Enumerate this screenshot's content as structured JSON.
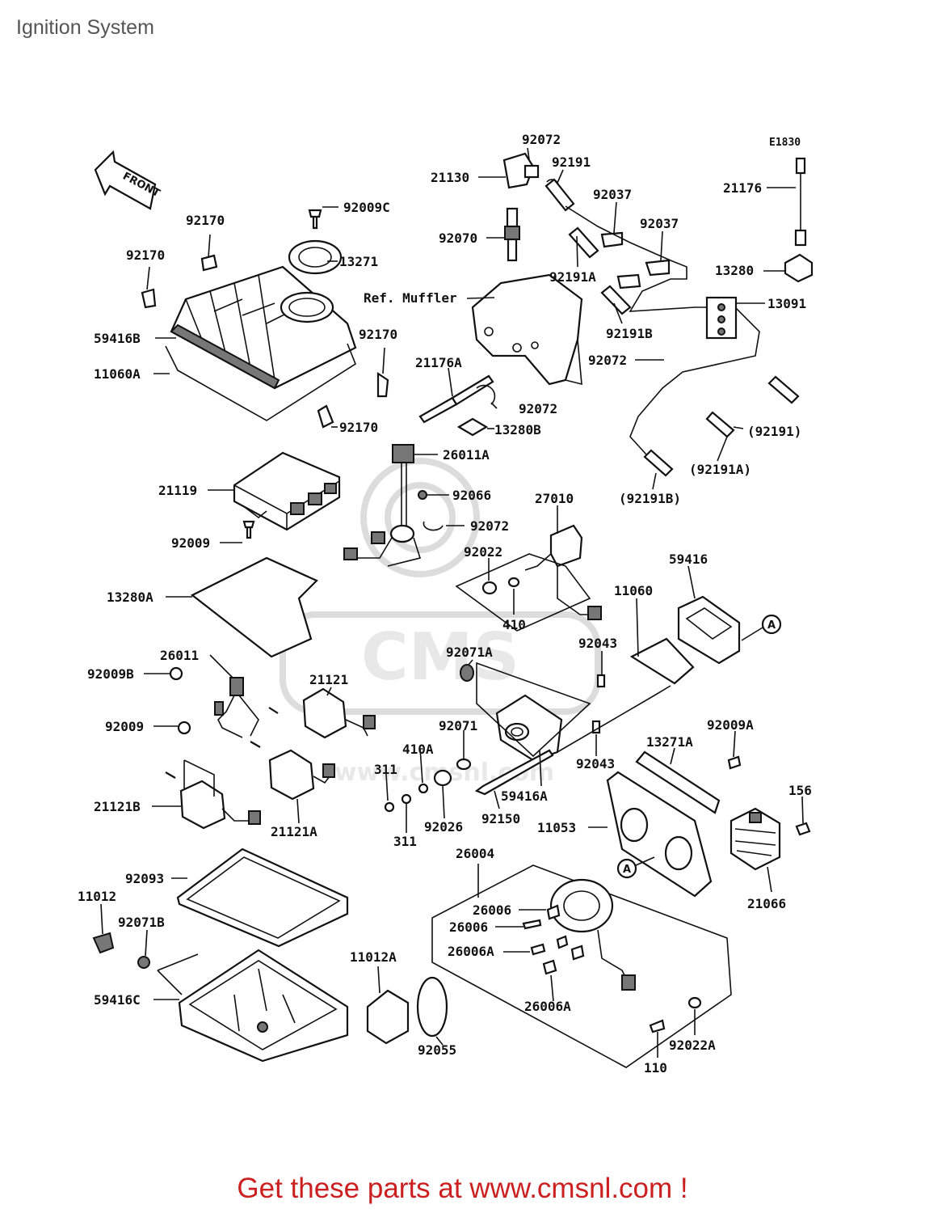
{
  "page": {
    "title": "Ignition System",
    "cta": "Get these parts at www.cmsnl.com !"
  },
  "diagram": {
    "code": "E1830",
    "front_label": "FRONT",
    "ref_label": "Ref. Muffler",
    "callout_mark": "A",
    "watermark": "CMS www.cmsnl.com",
    "labels": [
      {
        "id": "l1",
        "text": "92072"
      },
      {
        "id": "l2",
        "text": "92191"
      },
      {
        "id": "l3",
        "text": "21130"
      },
      {
        "id": "l4",
        "text": "92037"
      },
      {
        "id": "l5",
        "text": "92037"
      },
      {
        "id": "l6",
        "text": "92070"
      },
      {
        "id": "l7",
        "text": "92191A"
      },
      {
        "id": "l8",
        "text": "13280"
      },
      {
        "id": "l9",
        "text": "21176"
      },
      {
        "id": "l10",
        "text": "13091"
      },
      {
        "id": "l11",
        "text": "92191B"
      },
      {
        "id": "l12",
        "text": "92072"
      },
      {
        "id": "l13",
        "text": "92009C"
      },
      {
        "id": "l14",
        "text": "13271"
      },
      {
        "id": "l15",
        "text": "92170"
      },
      {
        "id": "l16",
        "text": "92170"
      },
      {
        "id": "l17",
        "text": "59416B"
      },
      {
        "id": "l18",
        "text": "11060A"
      },
      {
        "id": "l19",
        "text": "92170"
      },
      {
        "id": "l20",
        "text": "92170"
      },
      {
        "id": "l21",
        "text": "21176A"
      },
      {
        "id": "l22",
        "text": "92072"
      },
      {
        "id": "l23",
        "text": "13280B"
      },
      {
        "id": "l24",
        "text": "(92191)"
      },
      {
        "id": "l25",
        "text": "(92191A)"
      },
      {
        "id": "l26",
        "text": "(92191B)"
      },
      {
        "id": "l27",
        "text": "26011A"
      },
      {
        "id": "l28",
        "text": "21119"
      },
      {
        "id": "l29",
        "text": "92066"
      },
      {
        "id": "l30",
        "text": "27010"
      },
      {
        "id": "l31",
        "text": "92072"
      },
      {
        "id": "l32",
        "text": "92009"
      },
      {
        "id": "l33",
        "text": "92022"
      },
      {
        "id": "l34",
        "text": "59416"
      },
      {
        "id": "l35",
        "text": "13280A"
      },
      {
        "id": "l36",
        "text": "410"
      },
      {
        "id": "l37",
        "text": "11060"
      },
      {
        "id": "l38",
        "text": "92043"
      },
      {
        "id": "l39",
        "text": "26011"
      },
      {
        "id": "l40",
        "text": "92071A"
      },
      {
        "id": "l41",
        "text": "92009B"
      },
      {
        "id": "l42",
        "text": "21121"
      },
      {
        "id": "l43",
        "text": "92009"
      },
      {
        "id": "l44",
        "text": "92071"
      },
      {
        "id": "l45",
        "text": "410A"
      },
      {
        "id": "l46",
        "text": "311"
      },
      {
        "id": "l47",
        "text": "92043"
      },
      {
        "id": "l48",
        "text": "13271A"
      },
      {
        "id": "l49",
        "text": "92009A"
      },
      {
        "id": "l50",
        "text": "59416A"
      },
      {
        "id": "l51",
        "text": "21121B"
      },
      {
        "id": "l52",
        "text": "21121A"
      },
      {
        "id": "l53",
        "text": "92026"
      },
      {
        "id": "l54",
        "text": "92150"
      },
      {
        "id": "l55",
        "text": "11053"
      },
      {
        "id": "l56",
        "text": "156"
      },
      {
        "id": "l57",
        "text": "311"
      },
      {
        "id": "l58",
        "text": "26004"
      },
      {
        "id": "l59",
        "text": "92093"
      },
      {
        "id": "l60",
        "text": "11012"
      },
      {
        "id": "l61",
        "text": "26006"
      },
      {
        "id": "l62",
        "text": "26006"
      },
      {
        "id": "l63",
        "text": "21066"
      },
      {
        "id": "l64",
        "text": "92071B"
      },
      {
        "id": "l65",
        "text": "26006A"
      },
      {
        "id": "l66",
        "text": "11012A"
      },
      {
        "id": "l67",
        "text": "59416C"
      },
      {
        "id": "l68",
        "text": "26006A"
      },
      {
        "id": "l69",
        "text": "92055"
      },
      {
        "id": "l70",
        "text": "92022A"
      },
      {
        "id": "l71",
        "text": "110"
      }
    ]
  }
}
